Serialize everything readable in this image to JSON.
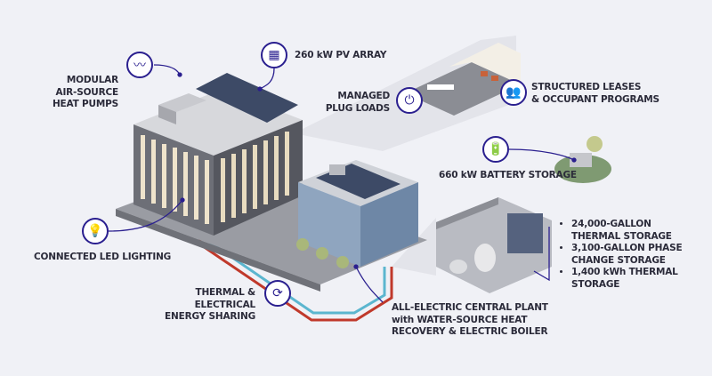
{
  "labels": {
    "heat_pumps": [
      "MODULAR",
      "AIR-SOURCE",
      "HEAT PUMPS"
    ],
    "pv_array": "260 kW PV ARRAY",
    "plug_loads": [
      "MANAGED",
      "PLUG LOADS"
    ],
    "leases": [
      "STRUCTURED LEASES",
      "& OCCUPANT PROGRAMS"
    ],
    "battery": "660 kW BATTERY STORAGE",
    "led": "CONNECTED LED LIGHTING",
    "sharing": [
      "THERMAL & ELECTRICAL",
      "ENERGY SHARING"
    ],
    "central_plant": [
      "ALL-ELECTRIC CENTRAL PLANT",
      "with WATER-SOURCE HEAT",
      "RECOVERY & ELECTRIC BOILER"
    ],
    "storage_items": [
      "24,000-GALLON THERMAL STORAGE",
      "3,100-GALLON PHASE CHANGE STORAGE",
      "1,400 kWh THERMAL STORAGE"
    ]
  },
  "icons": [
    "heat-pump-icon",
    "solar-panel-icon",
    "plug-icon",
    "occupants-icon",
    "battery-icon",
    "lightbulb-icon",
    "energy-sharing-icon"
  ],
  "colors": {
    "accent": "#2a1f8f",
    "hot_pipe": "#c0392b",
    "cold_pipe": "#5bb6cf"
  }
}
